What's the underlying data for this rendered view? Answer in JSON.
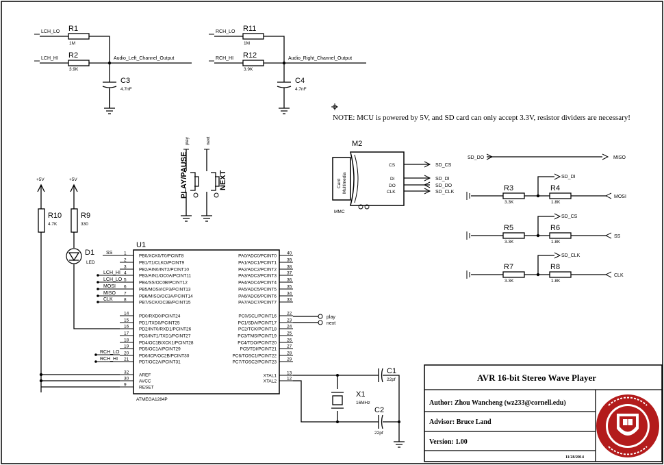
{
  "note": "NOTE: MCU is powered by 5V, and SD card can only accept 3.3V, resistor dividers are necessary!",
  "title_block": {
    "title": "AVR 16-bit Stereo Wave Player",
    "author": "Author: Zhou Wancheng (wz233@cornell.edu)",
    "advisor": "Advisor: Bruce Land",
    "version": "Version: 1.00",
    "date": "11/28/2014",
    "logo_text": "CORNELL UNIVERSITY FOUNDED A.D. 1865"
  },
  "audio": {
    "r1": {
      "ref": "R1",
      "value": "1M"
    },
    "r2": {
      "ref": "R2",
      "value": "3.9K"
    },
    "c3": {
      "ref": "C3",
      "value": "4.7nF"
    },
    "r11": {
      "ref": "R11",
      "value": "1M"
    },
    "r12": {
      "ref": "R12",
      "value": "3.9K"
    },
    "c4": {
      "ref": "C4",
      "value": "4.7nF"
    },
    "lch_lo": "LCH_LO",
    "lch_hi": "LCH_HI",
    "rch_lo": "RCH_LO",
    "rch_hi": "RCH_HI",
    "left_out": "Audio_Left_Channel_Output",
    "right_out": "Audio_Right_Channel_Output"
  },
  "buttons": {
    "play_net": "play",
    "next_net": "next",
    "play_label": "PLAY/PAUSE",
    "next_label": "NEXT"
  },
  "power": {
    "plus5_a": "+5V",
    "plus5_b": "+5V",
    "r10": {
      "ref": "R10",
      "value": "4.7K"
    },
    "r9": {
      "ref": "R9",
      "value": "330"
    },
    "d1": {
      "ref": "D1",
      "value": "LED"
    }
  },
  "sd": {
    "ref": "M2",
    "card_text": "Card",
    "card_text2": "Multimedia",
    "part": "MMC",
    "pins": [
      "CS",
      "DI",
      "DO",
      "CLK"
    ],
    "nets": [
      "SD_CS",
      "SD_DI",
      "SD_DO",
      "SD_CLK"
    ]
  },
  "dividers": {
    "sd_do": "SD_DO",
    "miso": "MISO",
    "mosi": "MOSI",
    "ss": "SS",
    "clk": "CLK",
    "sd_di": "SD_DI",
    "sd_cs": "SD_CS",
    "sd_clk": "SD_CLK",
    "r3": {
      "ref": "R3",
      "value": "3.3K"
    },
    "r4": {
      "ref": "R4",
      "value": "1.8K"
    },
    "r5": {
      "ref": "R5",
      "value": "3.3K"
    },
    "r6": {
      "ref": "R6",
      "value": "1.8K"
    },
    "r7": {
      "ref": "R7",
      "value": "3.3K"
    },
    "r8": {
      "ref": "R8",
      "value": "1.8K"
    }
  },
  "mcu": {
    "ref": "U1",
    "part": "ATMEGA1284P",
    "left_pins": [
      {
        "num": "1",
        "name": "PB0/XCK0/T0/PCINT8"
      },
      {
        "num": "2",
        "name": "PB1/T1/CLKO/PCINT9"
      },
      {
        "num": "3",
        "name": "PB2/AIN0/INT2/PCINT10"
      },
      {
        "num": "4",
        "name": "PB3/AIN1/OC0A/PCINT11"
      },
      {
        "num": "5",
        "name": "PB4/SS/OC0B/PCINT12"
      },
      {
        "num": "6",
        "name": "PB5/MOSI/ICP3/PCINT13"
      },
      {
        "num": "7",
        "name": "PB6/MISO/OC3A/PCINT14"
      },
      {
        "num": "8",
        "name": "PB7/SCK/OC3B/PCINT15"
      },
      {
        "num": "14",
        "name": "PD0/RXD0/PCINT24"
      },
      {
        "num": "15",
        "name": "PD1/TXD0/PCINT25"
      },
      {
        "num": "16",
        "name": "PD2/INT0/RXD1/PCINT26"
      },
      {
        "num": "17",
        "name": "PD3/INT1/TXD1/PCINT27"
      },
      {
        "num": "18",
        "name": "PD4/OC1B/XCK1/PCINT28"
      },
      {
        "num": "19",
        "name": "PD5/OC1A/PCINT29"
      },
      {
        "num": "20",
        "name": "PD6/ICP/OC2B/PCINT30"
      },
      {
        "num": "21",
        "name": "PD7/OC2A/PCINT31"
      },
      {
        "num": "32",
        "name": "AREF"
      },
      {
        "num": "30",
        "name": "AVCC"
      },
      {
        "num": "9",
        "name": "RESET"
      }
    ],
    "right_pins": [
      {
        "num": "40",
        "name": "PA0/ADC0/PCINT0"
      },
      {
        "num": "39",
        "name": "PA1/ADC1/PCINT1"
      },
      {
        "num": "38",
        "name": "PA2/ADC2/PCINT2"
      },
      {
        "num": "37",
        "name": "PA3/ADC3/PCINT3"
      },
      {
        "num": "36",
        "name": "PA4/ADC4/PCINT4"
      },
      {
        "num": "35",
        "name": "PA5/ADC5/PCINT5"
      },
      {
        "num": "34",
        "name": "PA6/ADC6/PCINT6"
      },
      {
        "num": "33",
        "name": "PA7/ADC7/PCINT7"
      },
      {
        "num": "22",
        "name": "PC0/SCL/PCINT16"
      },
      {
        "num": "23",
        "name": "PC1/SDA/PCINT17"
      },
      {
        "num": "24",
        "name": "PC2/TCK/PCINT18"
      },
      {
        "num": "25",
        "name": "PC3/TMS/PCINT19"
      },
      {
        "num": "26",
        "name": "PC4/TDO/PCINT20"
      },
      {
        "num": "27",
        "name": "PC5/TDI/PCINT21"
      },
      {
        "num": "28",
        "name": "PC6/TOSC1/PCINT22"
      },
      {
        "num": "29",
        "name": "PC7/TOSC2/PCINT23"
      },
      {
        "num": "13",
        "name": "XTAL1"
      },
      {
        "num": "12",
        "name": "XTAL2"
      }
    ],
    "nets": {
      "ss": "SS",
      "lch_hi": "LCH_HI",
      "lch_lo": "LCH_LO",
      "mosi": "MOSI",
      "miso": "MISO",
      "clk": "CLK",
      "rch_lo": "RCH_LO",
      "rch_hi": "RCH_HI",
      "play": "play",
      "next": "next"
    }
  },
  "crystal": {
    "c1": {
      "ref": "C1",
      "value": "22pf"
    },
    "c2": {
      "ref": "C2",
      "value": "22pf"
    },
    "x1": {
      "ref": "X1",
      "value": "16MHz"
    }
  }
}
